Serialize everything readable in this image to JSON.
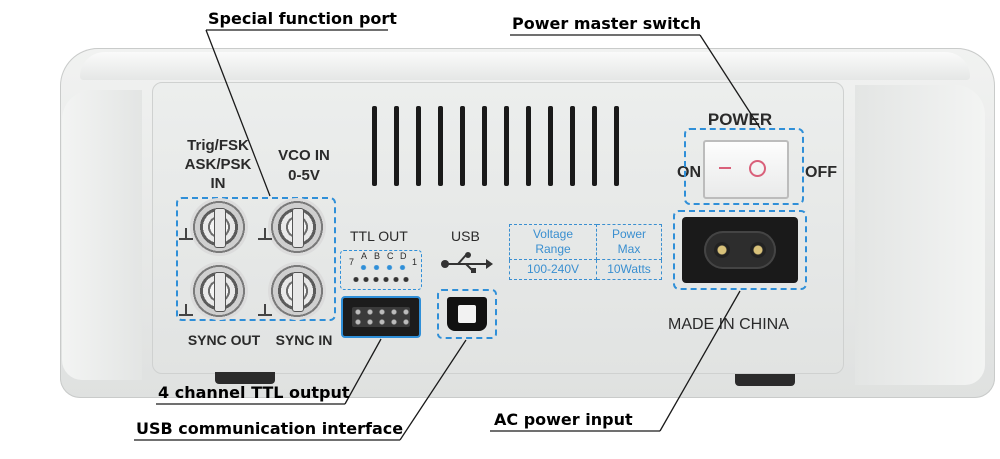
{
  "callouts": {
    "special_function_port": "Special function port",
    "power_master_switch": "Power master switch",
    "ttl_output": "4 channel TTL output",
    "usb_interface": "USB communication interface",
    "ac_power_input": "AC power input"
  },
  "panel": {
    "trig_label_1": "Trig/FSK",
    "trig_label_2": "ASK/PSK",
    "trig_label_3": "IN",
    "vco_label_1": "VCO IN",
    "vco_label_2": "0-5V",
    "sync_out": "SYNC OUT",
    "sync_in": "SYNC IN",
    "ttl_out": "TTL OUT",
    "ttl_pins": {
      "left": "7",
      "a": "A",
      "b": "B",
      "c": "C",
      "d": "D",
      "right": "1"
    },
    "usb": "USB",
    "power": "POWER",
    "on": "ON",
    "off": "OFF",
    "made_in": "MADE IN CHINA",
    "spec_table": {
      "headers": [
        "Voltage Range",
        "Power Max"
      ],
      "values": [
        "100-240V",
        "10Watts"
      ]
    }
  },
  "colors": {
    "accent_blue": "#2f8fd8",
    "switch_red": "#d9607a",
    "body_grey": "#e3e5e4"
  },
  "icons": [
    "bnc-connector",
    "ground-symbol",
    "usb-symbol",
    "rocker-switch",
    "ac-socket"
  ]
}
